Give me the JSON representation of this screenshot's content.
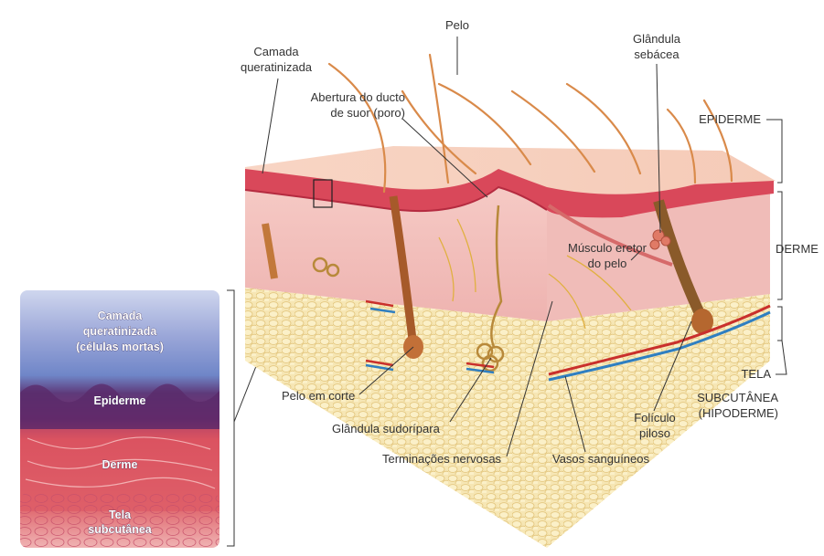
{
  "labels": {
    "pelo": "Pelo",
    "camada_queratinizada_1": "Camada",
    "camada_queratinizada_2": "queratinizada",
    "abertura_1": "Abertura do ducto",
    "abertura_2": "de suor (poro)",
    "glandula_sebacea_1": "Glândula",
    "glandula_sebacea_2": "sebácea",
    "epiderme": "EPIDERME",
    "derme": "DERME",
    "musculo_1": "Músculo eretor",
    "musculo_2": "do pelo",
    "tela_1": "TELA",
    "tela_2": "SUBCUTÂNEA",
    "tela_3": "(HIPODERME)",
    "pelo_em_corte": "Pelo em corte",
    "glandula_sudoripara": "Glândula sudorípara",
    "terminacoes": "Terminações nervosas",
    "vasos": "Vasos sanguíneos",
    "foliculo_1": "Folículo",
    "foliculo_2": "piloso"
  },
  "micrograph": {
    "camada_1": "Camada",
    "camada_2": "queratinizada",
    "camada_3": "(células mortas)",
    "epiderme": "Epiderme",
    "derme": "Derme",
    "tela_1": "Tela",
    "tela_2": "subcutânea"
  },
  "colors": {
    "epidermis": "#d9485a",
    "dermis": "#f3c3c0",
    "hypodermis": "#f3dfa2",
    "hair": "#d98a4a",
    "artery": "#c9302c",
    "vein": "#2f7fc1",
    "nerve": "#e0b040"
  }
}
